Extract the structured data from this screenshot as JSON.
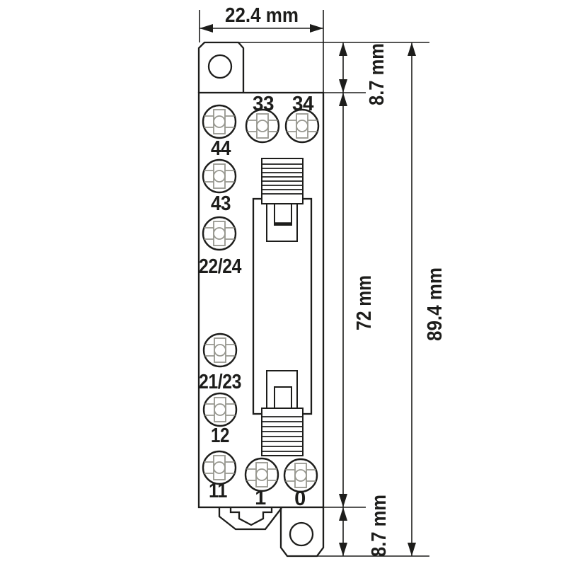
{
  "drawing": {
    "kind": "relay-module-front-view-dimensional-drawing",
    "units": "mm"
  },
  "colors": {
    "line": "#1d1d1b",
    "screw_detail": "#97978f",
    "background": "#ffffff"
  },
  "terminals": [
    {
      "label": "33"
    },
    {
      "label": "34"
    },
    {
      "label": "44"
    },
    {
      "label": "43"
    },
    {
      "label": "22/24"
    },
    {
      "label": "21/23"
    },
    {
      "label": "12"
    },
    {
      "label": "11"
    },
    {
      "label": "1"
    },
    {
      "label": "0"
    }
  ],
  "dimensions": {
    "width": {
      "label": "22.4 mm",
      "value_mm": 22.4
    },
    "top_offset": {
      "label": "8.7 mm",
      "value_mm": 8.7
    },
    "socket_height": {
      "label": "72 mm",
      "value_mm": 72
    },
    "overall_height": {
      "label": "89.4 mm",
      "value_mm": 89.4
    },
    "bottom_offset": {
      "label": "8.7 mm",
      "value_mm": 8.7
    }
  }
}
